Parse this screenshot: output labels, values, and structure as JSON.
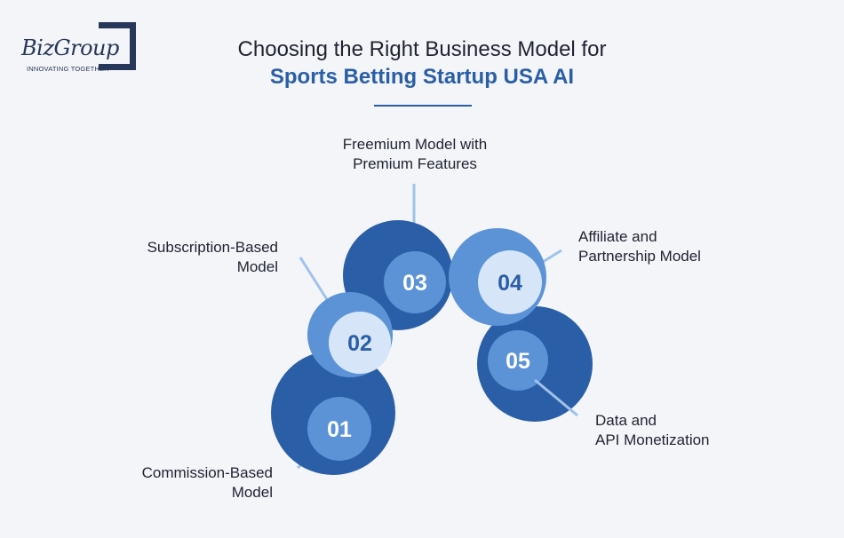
{
  "logo": {
    "name": "BizGroup",
    "tagline": "INNOVATING TOGETHER"
  },
  "title": {
    "line1": "Choosing the Right Business Model for",
    "line2": "Sports Betting Startup USA AI"
  },
  "steps": [
    {
      "number": "01",
      "label_lines": [
        "Commission-Based",
        "Model"
      ]
    },
    {
      "number": "02",
      "label_lines": [
        "Subscription-Based",
        "Model"
      ]
    },
    {
      "number": "03",
      "label_lines": [
        "Freemium Model with",
        "Premium Features"
      ]
    },
    {
      "number": "04",
      "label_lines": [
        "Affiliate and",
        "Partnership Model"
      ]
    },
    {
      "number": "05",
      "label_lines": [
        "Data and",
        "API Monetization"
      ]
    }
  ],
  "colors": {
    "dark_blue": "#2a5ea6",
    "mid_blue": "#5b93d6",
    "light_blue": "#d6e6f8",
    "navy": "#27375a"
  }
}
